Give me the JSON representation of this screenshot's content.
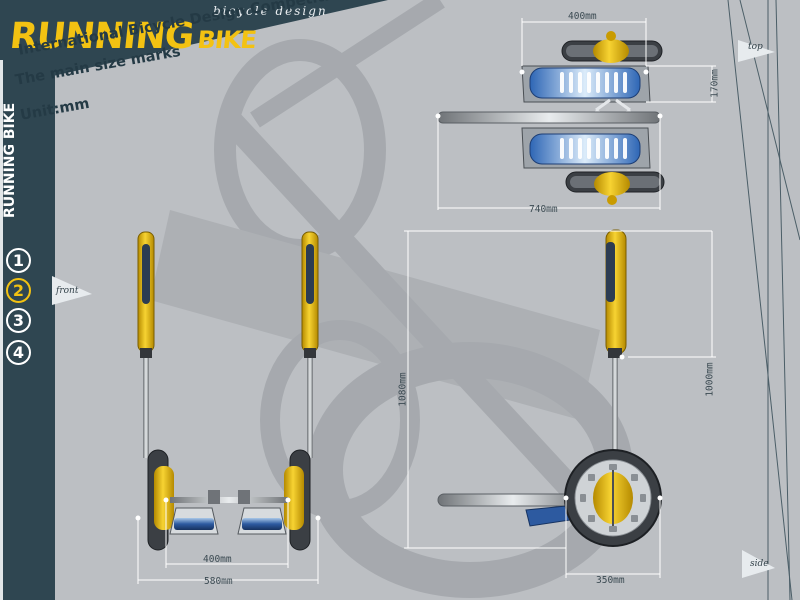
{
  "brand": {
    "title_big": "RUNNING",
    "title_small": "BIKE",
    "tagline": "bicycle design"
  },
  "header": {
    "competition": "International Bicycle Design Competition",
    "subtitle": "The main size marks",
    "unit": "Unit:mm"
  },
  "sidebar": {
    "vertical_title": "RUNNING BIKE",
    "pages": [
      {
        "label": "1"
      },
      {
        "label": "2",
        "active": true
      },
      {
        "label": "3"
      },
      {
        "label": "4"
      }
    ]
  },
  "view_tags": {
    "top": "top",
    "front": "front",
    "side": "side"
  },
  "dimensions": {
    "top_width": "400mm",
    "top_depth": "170mm",
    "top_total": "740mm",
    "front_inner": "400mm",
    "front_total": "580mm",
    "side_height_total": "1080mm",
    "side_height_bar": "1000mm",
    "side_wheel": "350mm"
  },
  "colors": {
    "background": "#bcbfc3",
    "sidebar": "#2f4651",
    "accent_yellow": "#f3c212",
    "pedal_blue": "#2d5aa0",
    "dim_line": "#ffffff"
  }
}
